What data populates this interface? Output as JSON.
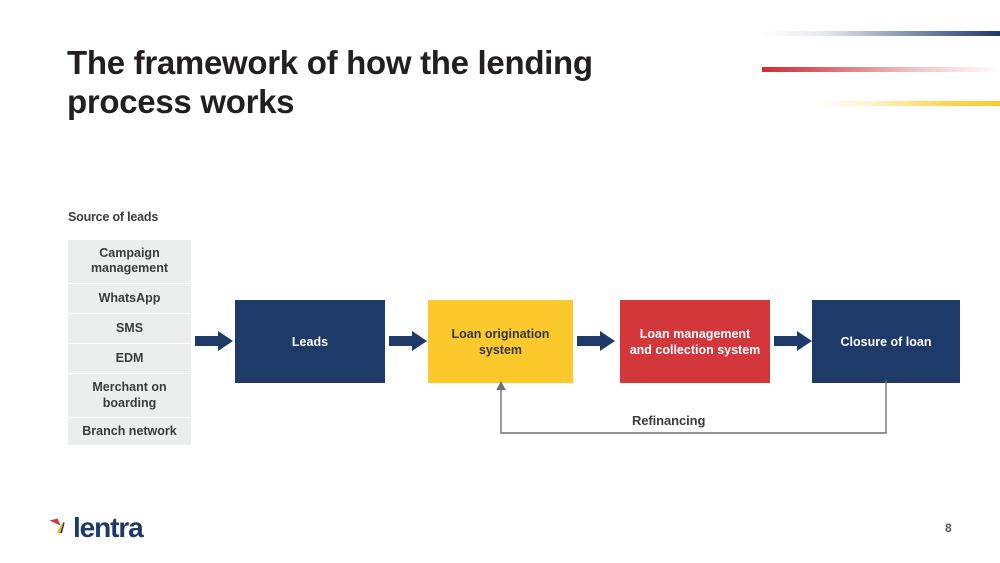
{
  "slide": {
    "title": "The framework of how the lending process works",
    "page_number": "8"
  },
  "decor": {
    "blue_bar": "deco-bar-blue",
    "red_bar": "deco-bar-red",
    "yellow_bar": "deco-bar-yellow",
    "colors": {
      "navy": "#1e3a68",
      "red": "#d3373c",
      "yellow": "#fcc92c",
      "list_grey": "#eceded",
      "text_dark": "#3c3c3c"
    }
  },
  "source_of_leads": {
    "heading": "Source of leads",
    "items": [
      {
        "label": "Campaign management"
      },
      {
        "label": "WhatsApp"
      },
      {
        "label": "SMS"
      },
      {
        "label": "EDM"
      },
      {
        "label": "Merchant on boarding"
      },
      {
        "label": "Branch network"
      }
    ]
  },
  "flow": {
    "boxes": [
      {
        "label": "Leads",
        "color": "#1e3a68"
      },
      {
        "label": "Loan origination system",
        "color": "#fcc92c"
      },
      {
        "label": "Loan management and collection system",
        "color": "#d3373c"
      },
      {
        "label": "Closure of loan",
        "color": "#1e3a68"
      }
    ],
    "arrows": [
      {
        "name": "arrow-source-to-leads"
      },
      {
        "name": "arrow-leads-to-los"
      },
      {
        "name": "arrow-los-to-lms"
      },
      {
        "name": "arrow-lms-to-closure"
      }
    ],
    "feedback": {
      "label": "Refinancing",
      "from": "Closure of loan",
      "to": "Loan origination system"
    }
  },
  "footer": {
    "logo_text": "lentra",
    "logo_mark": "lentra-arrow-mark"
  }
}
